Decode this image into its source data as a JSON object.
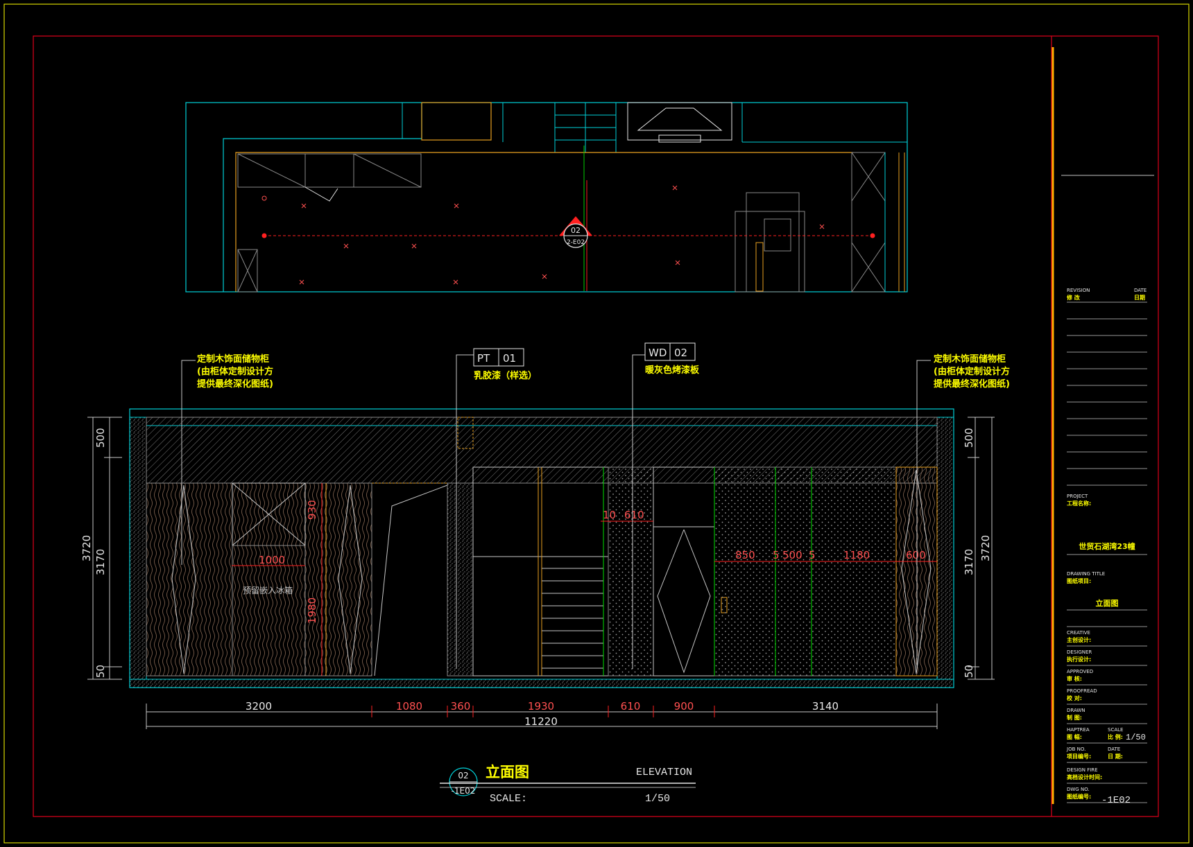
{
  "callouts": {
    "left": {
      "l1": "定制木饰面储物柜",
      "l2": "(由柜体定制设计方",
      "l3": "提供最终深化图纸)"
    },
    "right": {
      "l1": "定制木饰面储物柜",
      "l2": "(由柜体定制设计方",
      "l3": "提供最终深化图纸)"
    },
    "pt": {
      "code_a": "PT",
      "code_b": "01",
      "desc": "乳胶漆（样选）"
    },
    "wd": {
      "code_a": "WD",
      "code_b": "02",
      "desc": "暖灰色烤漆板"
    }
  },
  "plan_marker": {
    "top": "02",
    "bottom": "2-E02"
  },
  "elevation_dims": {
    "left_500": "500",
    "left_3720": "3720",
    "left_3170": "3170",
    "left_50": "50",
    "right_500": "500",
    "right_3720": "3720",
    "right_3170": "3170",
    "right_50": "50",
    "d930": "930",
    "d1000": "1000",
    "d1980": "1980",
    "d10": "10",
    "d610": "610",
    "d850": "850",
    "d5a": "5",
    "d500": "500",
    "d5b": "5",
    "d1180": "1180",
    "d600": "600",
    "fridge": "预留嵌入冰箱"
  },
  "bottom_dims": {
    "b3200": "3200",
    "b1080": "1080",
    "b360": "360",
    "b1930": "1930",
    "b610": "610",
    "b900": "900",
    "b3140": "3140",
    "total": "11220"
  },
  "title": {
    "circle_top": "02",
    "circle_bottom": "-1E02",
    "cn": "立面图",
    "en": "ELEVATION",
    "scale_label": "SCALE:",
    "scale_value": "1/50"
  },
  "title_block": {
    "revision_en": "REVISION",
    "revision_cn": "修 改",
    "date_en": "DATE",
    "date_cn": "日期",
    "project_en": "PROJECT",
    "project_cn": "工程名称:",
    "project_name": "世贸石湖湾23幢",
    "drawing_title_en": "DRAWING TITLE",
    "drawing_title_cn": "图纸项目:",
    "drawing_name": "立面图",
    "creative_en": "CREATIVE",
    "creative_cn": "主创设计:",
    "designer_en": "DESIGNER",
    "designer_cn": "执行设计:",
    "approved_en": "APPROVED",
    "approved_cn": "审 核:",
    "proofread_en": "PROOFREAD",
    "proofread_cn": "校 对:",
    "drawn_en": "DRAWN",
    "drawn_cn": "制 图:",
    "haptrea_en": "HAPTREA",
    "haptrea_cn": "图 幅:",
    "scale_en": "SCALE",
    "scale_cn": "比 例:",
    "scale_value": "1/50",
    "job_en": "JOB NO.",
    "job_cn": "项目编号:",
    "date2_en": "DATE",
    "date2_cn": "日 期:",
    "design_en": "DESIGN FIRE",
    "design_cn": "高档设计时间:",
    "dwg_en": "DWG NO.",
    "dwg_cn": "图纸编号:",
    "dwg_value": "-1E02"
  },
  "colors": {
    "frame_outer": "#d8d800",
    "frame_red": "#e0001a",
    "cyan": "#00d0d8",
    "orange": "#e8a020",
    "yellow_text": "#ffff00",
    "red": "#ff2020",
    "white": "#e8e8e8",
    "green": "#00e000",
    "wood": "#6b4a3a",
    "gray": "#8a8a8a"
  }
}
